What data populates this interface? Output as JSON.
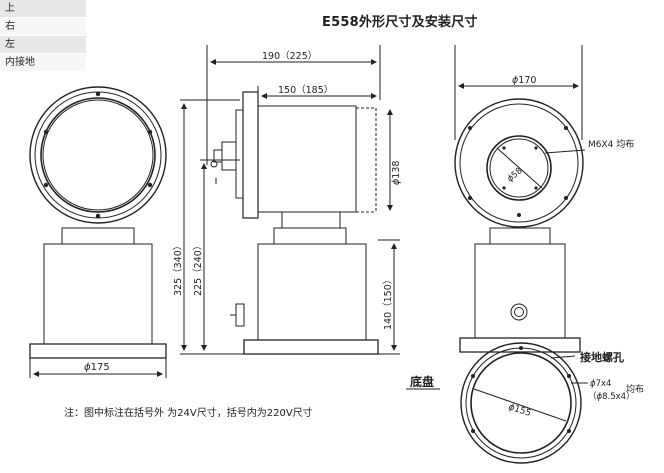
{
  "side_menu": [
    "上",
    "右",
    "左",
    "内接地"
  ],
  "title": "E558外形尺寸及安装尺寸",
  "dimensions": {
    "overall_length": "190（225）",
    "body_length": "150（185）",
    "flange_dia": "138",
    "base_dia_front": "175",
    "total_height": "325（340）",
    "mid_height": "225（240）",
    "base_height": "140（150）",
    "top_dia": "170",
    "window_dia": "58",
    "bolt_spec": "M6X4 均布",
    "bottom_dia": "155",
    "hole_small": "7x4",
    "hole_large": "（",
    "hole_large_dia": "8.5x4）",
    "hole_even": "均布"
  },
  "labels": {
    "ground_hole": "接地螺孔",
    "bottom_plate": "底盘"
  },
  "note": "注：图中标注在括号外 为24V尺寸，括号内为220V尺寸"
}
